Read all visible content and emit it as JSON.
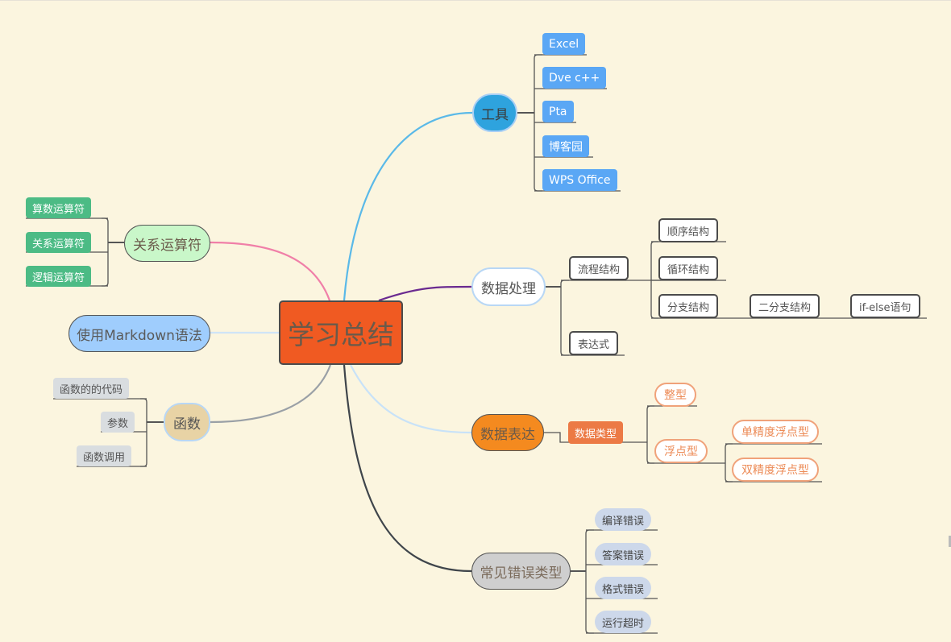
{
  "root": {
    "label": "学习总结",
    "color": "#f05a22"
  },
  "branches": {
    "tools": {
      "label": "工具",
      "color": "#2ea3de",
      "link_color": "#5ab9e8",
      "children": [
        "Excel",
        "Dve c++",
        "Pta",
        "博客园",
        "WPS Office"
      ]
    },
    "processing": {
      "label": "数据处理",
      "link_color": "#6a2a90",
      "flow": {
        "label": "流程结构",
        "children": [
          "顺序结构",
          "循环结构",
          "分支结构"
        ],
        "branch_child": {
          "label": "二分支结构",
          "child": "if-else语句"
        }
      },
      "expression": "表达式"
    },
    "expression": {
      "label": "数据表达",
      "color": "#f48a1f",
      "link_color": "#c8e2f8",
      "datatype": "数据类型",
      "integer": "整型",
      "float": {
        "label": "浮点型",
        "children": [
          "单精度浮点型",
          "双精度浮点型"
        ]
      }
    },
    "errors": {
      "label": "常见错误类型",
      "color": "#cfcfcf",
      "link_color": "#3f454b",
      "children": [
        "编译错误",
        "答案错误",
        "格式错误",
        "运行超时"
      ]
    },
    "operators": {
      "label": "关系运算符",
      "color": "#c9f7c9",
      "link_color": "#f07fa8",
      "children": [
        "算数运算符",
        "关系运算符",
        "逻辑运算符"
      ]
    },
    "markdown": {
      "label": "使用Markdown语法",
      "color": "#9fcdfd",
      "link_color": "#cfe4f7"
    },
    "functions": {
      "label": "函数",
      "color": "#e8d3a5",
      "link_color": "#9aa0a6",
      "children": [
        "函数的的代码",
        "参数",
        "函数调用"
      ]
    }
  }
}
